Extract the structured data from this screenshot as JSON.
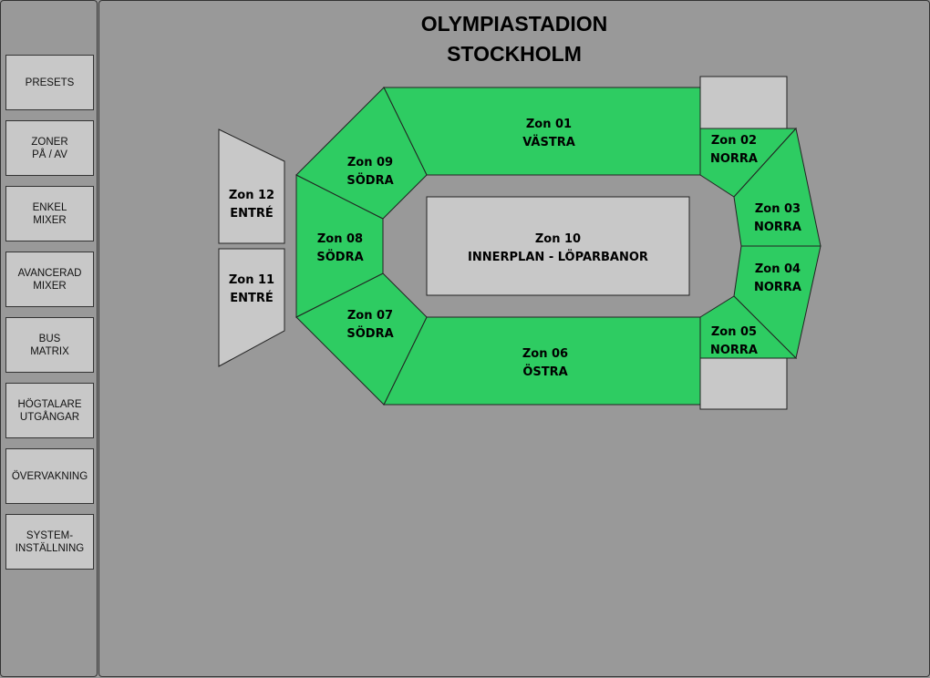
{
  "title": {
    "line1": "OLYMPIASTADION",
    "line2": "STOCKHOLM"
  },
  "nav": [
    "PRESETS",
    "ZONER\nPÅ / AV",
    "ENKEL\nMIXER",
    "AVANCERAD\nMIXER",
    "BUS\nMATRIX",
    "HÖGTALARE\nUTGÅNGAR",
    "ÖVERVAKNING",
    "SYSTEM-\nINSTÄLLNING"
  ],
  "colors": {
    "active_zone": "#2ecc62",
    "inactive_zone": "#c8c8c8"
  },
  "zones": [
    {
      "id": "01",
      "name": "Zon 01",
      "area": "VÄSTRA",
      "active": true
    },
    {
      "id": "02",
      "name": "Zon 02",
      "area": "NORRA",
      "active": true
    },
    {
      "id": "03",
      "name": "Zon 03",
      "area": "NORRA",
      "active": true
    },
    {
      "id": "04",
      "name": "Zon 04",
      "area": "NORRA",
      "active": true
    },
    {
      "id": "05",
      "name": "Zon 05",
      "area": "NORRA",
      "active": true
    },
    {
      "id": "06",
      "name": "Zon 06",
      "area": "ÖSTRA",
      "active": true
    },
    {
      "id": "07",
      "name": "Zon 07",
      "area": "SÖDRA",
      "active": true
    },
    {
      "id": "08",
      "name": "Zon 08",
      "area": "SÖDRA",
      "active": true
    },
    {
      "id": "09",
      "name": "Zon 09",
      "area": "SÖDRA",
      "active": true
    },
    {
      "id": "10",
      "name": "Zon 10",
      "area": "INNERPLAN - LÖPARBANOR",
      "active": false
    },
    {
      "id": "11",
      "name": "Zon 11",
      "area": "ENTRÉ",
      "active": false
    },
    {
      "id": "12",
      "name": "Zon 12",
      "area": "ENTRÉ",
      "active": false
    }
  ]
}
